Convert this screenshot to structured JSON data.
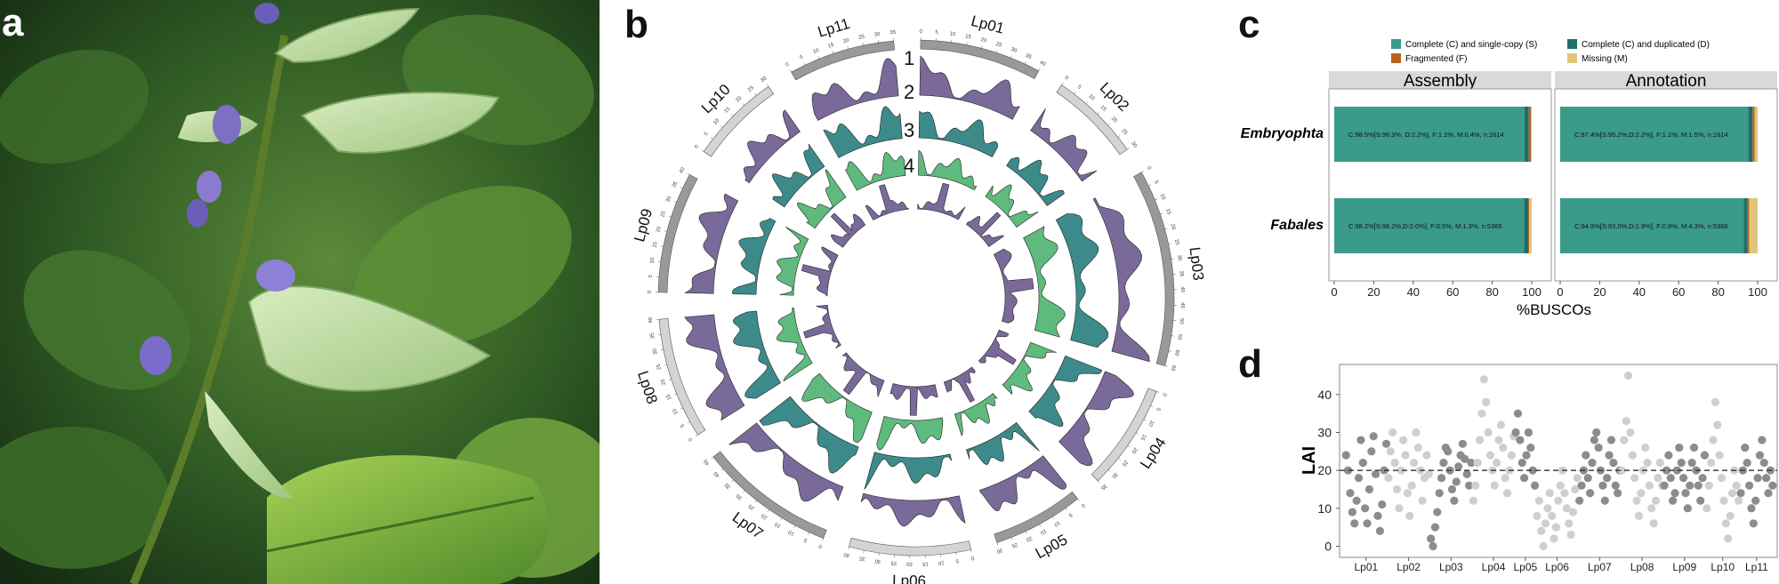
{
  "panels": {
    "a": "a",
    "b": "b",
    "c": "c",
    "d": "d"
  },
  "colors": {
    "purple": "#7a6a9a",
    "teal": "#3d8a8a",
    "green": "#5fba7d",
    "busco_complete_single": "#3a9b8a",
    "busco_complete_dup": "#1f6e6a",
    "busco_fragmented": "#b5651d",
    "busco_missing": "#e2c47a",
    "lai_dark": "#8c8c8c",
    "lai_light": "#cfcfcf"
  },
  "circos": {
    "track_labels": [
      "1",
      "2",
      "3",
      "4"
    ],
    "chromosomes": [
      {
        "name": "Lp01",
        "length": 40,
        "shade": "dark"
      },
      {
        "name": "Lp02",
        "length": 30,
        "shade": "light"
      },
      {
        "name": "Lp03",
        "length": 65,
        "shade": "dark"
      },
      {
        "name": "Lp04",
        "length": 35,
        "shade": "light"
      },
      {
        "name": "Lp05",
        "length": 30,
        "shade": "dark"
      },
      {
        "name": "Lp06",
        "length": 40,
        "shade": "light"
      },
      {
        "name": "Lp07",
        "length": 45,
        "shade": "dark"
      },
      {
        "name": "Lp08",
        "length": 40,
        "shade": "light"
      },
      {
        "name": "Lp09",
        "length": 40,
        "shade": "dark"
      },
      {
        "name": "Lp10",
        "length": 30,
        "shade": "light"
      },
      {
        "name": "Lp11",
        "length": 35,
        "shade": "dark"
      }
    ]
  },
  "chart_data": [
    {
      "type": "bar",
      "orientation": "horizontal",
      "stacked": true,
      "title": "",
      "legend": [
        "Complete (C) and single-copy (S)",
        "Complete (C) and duplicated (D)",
        "Fragmented (F)",
        "Missing (M)"
      ],
      "legend_placement": "top",
      "facets": [
        "Assembly",
        "Annotation"
      ],
      "categories": [
        "Embryophta",
        "Fabales"
      ],
      "xlabel": "%BUSCOs",
      "xticks": [
        "0",
        "20",
        "40",
        "60",
        "80",
        "100"
      ],
      "xlim": [
        0,
        100
      ],
      "series": [
        {
          "name": "Complete (C) and single-copy (S)",
          "Assembly": [
            96.3,
            96.2
          ],
          "Annotation": [
            95.2,
            93.0
          ]
        },
        {
          "name": "Complete (C) and duplicated (D)",
          "Assembly": [
            2.2,
            2.0
          ],
          "Annotation": [
            2.2,
            1.9
          ]
        },
        {
          "name": "Fragmented (F)",
          "Assembly": [
            1.1,
            0.5
          ],
          "Annotation": [
            1.1,
            0.8
          ]
        },
        {
          "name": "Missing (M)",
          "Assembly": [
            0.4,
            1.3
          ],
          "Annotation": [
            1.5,
            4.3
          ]
        }
      ],
      "bar_labels": {
        "Assembly": [
          "C:98.5%[S:96.3%, D:2.2%], F:1.1%, M:0.4%, n:1614",
          "C:98.2%[S:96.2%,D:2.0%], F:0.5%, M:1.3%, n:5366"
        ],
        "Annotation": [
          "C:97.4%[S:95.2%,D:2.2%], F:1.1%, M:1.5%, n:1614",
          "C:94.9%[S:93.0%,D:1.9%], F:0.8%, M:4.3%, n:5366"
        ]
      }
    },
    {
      "type": "scatter",
      "title": "",
      "ylabel": "LAI",
      "xlabel": "",
      "categories": [
        "Lp01",
        "Lp02",
        "Lp03",
        "Lp04",
        "Lp05",
        "Lp06",
        "Lp07",
        "Lp08",
        "Lp09",
        "Lp10",
        "Lp11"
      ],
      "yticks": [
        "0",
        "10",
        "20",
        "30",
        "40"
      ],
      "ylim": [
        -2,
        47
      ],
      "reference_line": 20,
      "series": [
        {
          "chrom": "Lp01",
          "shade": "dark",
          "values": [
            24,
            20,
            14,
            9,
            6,
            12,
            18,
            28,
            22,
            10,
            6,
            15,
            25,
            29,
            19,
            8,
            4,
            11,
            20,
            27
          ]
        },
        {
          "chrom": "Lp02",
          "shade": "light",
          "values": [
            18,
            25,
            30,
            22,
            15,
            10,
            20,
            28,
            24,
            14,
            8,
            16,
            22,
            30,
            26,
            20,
            12,
            18,
            24,
            19
          ]
        },
        {
          "chrom": "Lp03",
          "shade": "dark",
          "values": [
            2,
            0,
            5,
            9,
            14,
            18,
            22,
            26,
            25,
            20,
            15,
            12,
            17,
            21,
            24,
            27,
            23,
            19,
            16,
            22
          ]
        },
        {
          "chrom": "Lp04",
          "shade": "light",
          "values": [
            12,
            16,
            22,
            28,
            35,
            44,
            38,
            30,
            24,
            20,
            16,
            22,
            28,
            32,
            26,
            18,
            14,
            20,
            24,
            29
          ]
        },
        {
          "chrom": "Lp05",
          "shade": "dark",
          "values": [
            30,
            35,
            28,
            22,
            18,
            24,
            30,
            26,
            20,
            16
          ]
        },
        {
          "chrom": "Lp06",
          "shade": "light",
          "values": [
            8,
            12,
            4,
            0,
            6,
            10,
            14,
            8,
            2,
            5,
            12,
            16,
            20,
            14,
            10,
            6,
            3,
            9,
            15,
            18
          ]
        },
        {
          "chrom": "Lp07",
          "shade": "dark",
          "values": [
            12,
            16,
            20,
            24,
            18,
            14,
            22,
            28,
            30,
            26,
            20,
            16,
            12,
            18,
            24,
            28,
            22,
            16,
            14,
            20
          ]
        },
        {
          "chrom": "Lp08",
          "shade": "light",
          "values": [
            20,
            28,
            33,
            45,
            30,
            24,
            18,
            12,
            8,
            14,
            20,
            26,
            22,
            16,
            10,
            6,
            12,
            18,
            22,
            16
          ]
        },
        {
          "chrom": "Lp09",
          "shade": "dark",
          "values": [
            16,
            20,
            24,
            18,
            12,
            14,
            20,
            26,
            22,
            18,
            14,
            10,
            16,
            22,
            26,
            20,
            16,
            12,
            18,
            24
          ]
        },
        {
          "chrom": "Lp10",
          "shade": "light",
          "values": [
            10,
            16,
            22,
            28,
            38,
            32,
            24,
            18,
            12,
            6,
            2,
            8,
            14,
            20,
            16,
            12
          ]
        },
        {
          "chrom": "Lp11",
          "shade": "dark",
          "values": [
            14,
            20,
            26,
            22,
            16,
            10,
            6,
            12,
            18,
            24,
            28,
            22,
            18,
            14,
            20,
            16
          ]
        }
      ]
    }
  ]
}
